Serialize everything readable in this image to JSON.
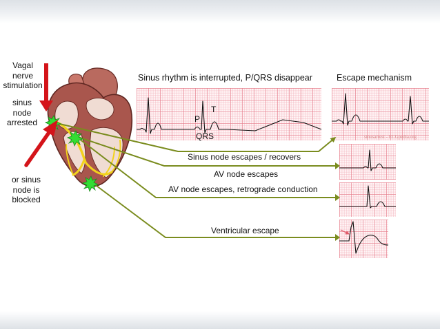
{
  "left_labels": {
    "vagal": [
      "Vagal",
      "nerve",
      "stimulation"
    ],
    "arrested": [
      "sinus",
      "node",
      "arrested"
    ],
    "blocked": [
      "or sinus",
      "node is",
      "blocked"
    ]
  },
  "headers": {
    "main": "Sinus rhythm is interrupted, P/QRS disappear",
    "escape": "Escape mechanism"
  },
  "ecg_labels": {
    "p": "P",
    "t": "T",
    "qrs": "QRS"
  },
  "pathways": [
    "Sinus node escapes / recovers",
    "AV node escapes",
    "AV node escapes, retrograde conduction",
    "Ventricular escape"
  ],
  "credit": "sinusarrest - ECGpedia.org",
  "colors": {
    "arrow_red": "#d4141a",
    "pathway_line": "#7a8c1e",
    "conduction_yellow": "#f2d21c",
    "node_green": "#33dd33",
    "heart_muscle": "#a9564d",
    "ecg_grid": "#e57887"
  }
}
